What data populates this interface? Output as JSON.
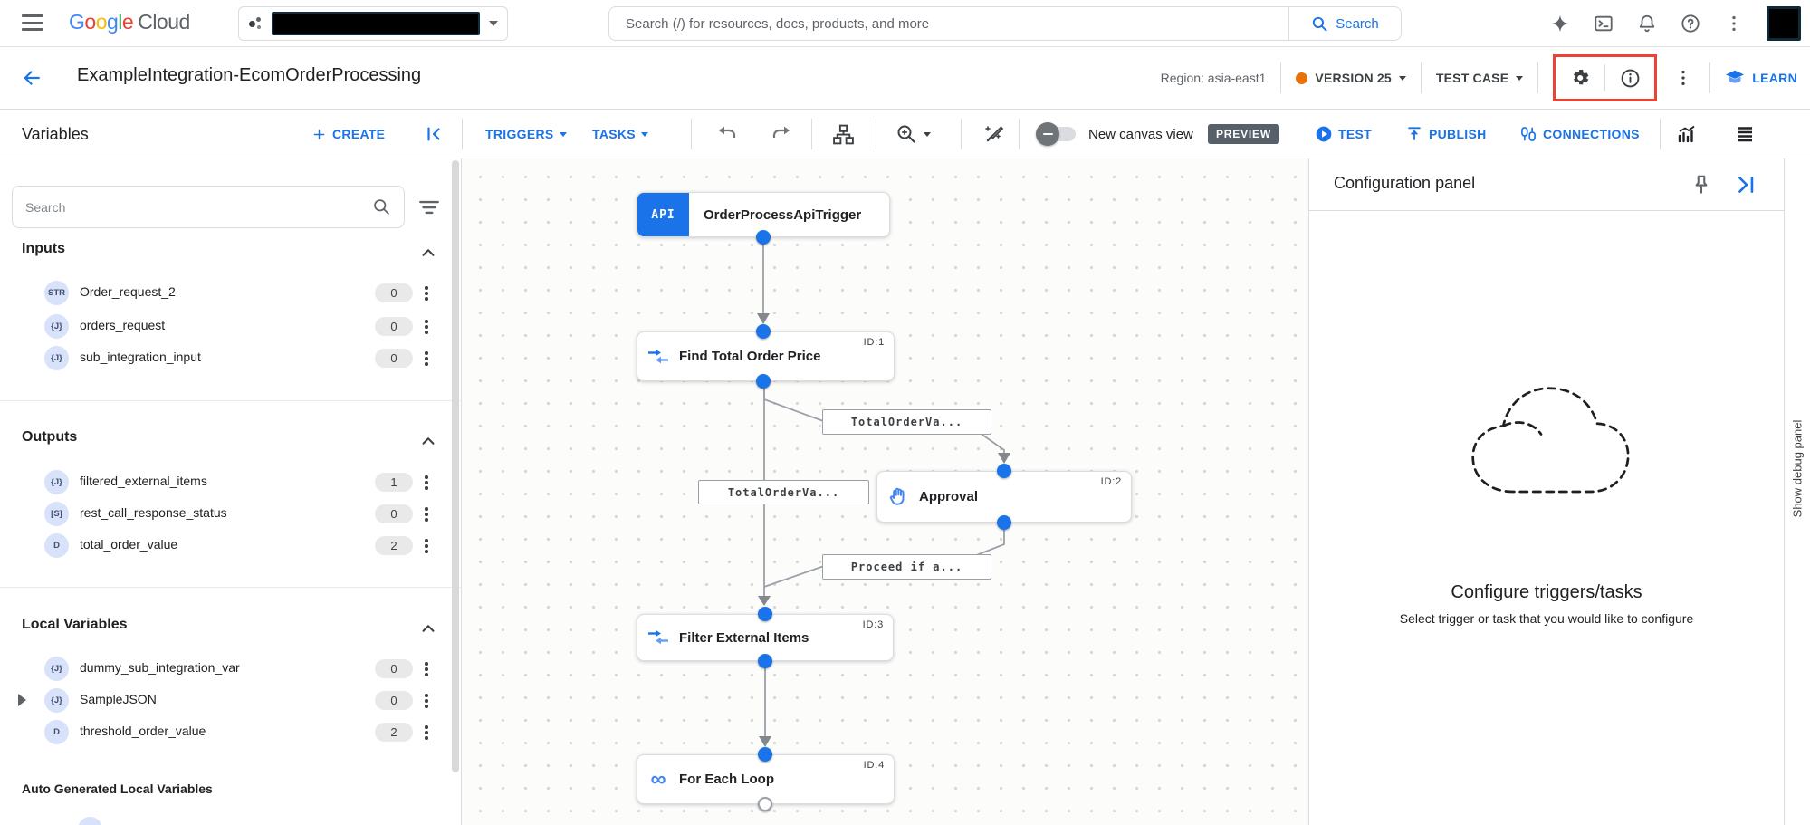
{
  "topbar": {
    "logo_google": "Google",
    "logo_cloud": "Cloud",
    "search_placeholder": "Search (/) for resources, docs, products, and more",
    "search_button_label": "Search"
  },
  "header": {
    "title": "ExampleIntegration-EcomOrderProcessing",
    "region": "Region: asia-east1",
    "version": "VERSION 25",
    "test_case": "TEST CASE",
    "learn": "LEARN"
  },
  "toolbar": {
    "panel_title": "Variables",
    "create": "CREATE",
    "triggers": "TRIGGERS",
    "tasks": "TASKS",
    "new_canvas_view": "New canvas view",
    "preview": "PREVIEW",
    "test": "TEST",
    "publish": "PUBLISH",
    "connections": "CONNECTIONS"
  },
  "sidebar": {
    "search_placeholder": "Search",
    "auto_generated_title": "Auto Generated Local Variables",
    "sections": [
      {
        "title": "Inputs",
        "items": [
          {
            "badge": "STR",
            "name": "Order_request_2",
            "count": "0"
          },
          {
            "badge": "{J}",
            "name": "orders_request",
            "count": "0"
          },
          {
            "badge": "{J}",
            "name": "sub_integration_input",
            "count": "0"
          }
        ]
      },
      {
        "title": "Outputs",
        "items": [
          {
            "badge": "{J}",
            "name": "filtered_external_items",
            "count": "1"
          },
          {
            "badge": "[S]",
            "name": "rest_call_response_status",
            "count": "0"
          },
          {
            "badge": "D",
            "name": "total_order_value",
            "count": "2"
          }
        ]
      },
      {
        "title": "Local Variables",
        "items": [
          {
            "badge": "{J}",
            "name": "dummy_sub_integration_var",
            "count": "0"
          },
          {
            "badge": "{J}",
            "name": "SampleJSON",
            "count": "0"
          },
          {
            "badge": "D",
            "name": "threshold_order_value",
            "count": "2"
          }
        ]
      }
    ]
  },
  "canvas": {
    "api_badge_text": "API",
    "nodes": [
      {
        "id_label": "",
        "title": "OrderProcessApiTrigger"
      },
      {
        "id_label": "ID:1",
        "title": "Find Total Order Price"
      },
      {
        "id_label": "ID:2",
        "title": "Approval"
      },
      {
        "id_label": "ID:3",
        "title": "Filter External Items"
      },
      {
        "id_label": "ID:4",
        "title": "For Each Loop"
      }
    ],
    "edge_labels": [
      "TotalOrderVa...",
      "TotalOrderVa...",
      "Proceed if a..."
    ]
  },
  "config_panel": {
    "title": "Configuration panel",
    "heading": "Configure triggers/tasks",
    "subheading": "Select trigger or task that you would like to configure"
  },
  "debug_panel_label": "Show debug panel"
}
